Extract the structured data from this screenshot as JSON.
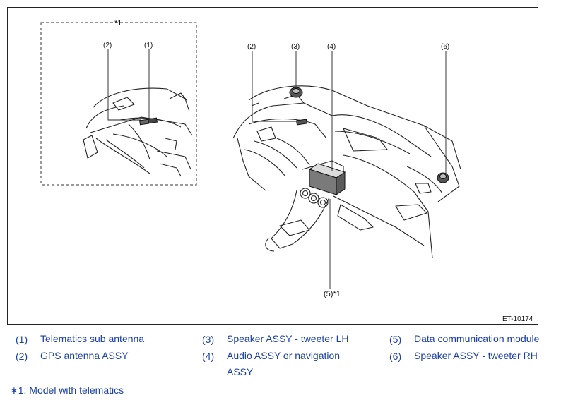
{
  "diagram": {
    "figure_id": "ET-10174",
    "inset_marker": "*1",
    "inset_callouts": [
      {
        "num": "(2)"
      },
      {
        "num": "(1)"
      }
    ],
    "main_callouts": [
      {
        "num": "(2)"
      },
      {
        "num": "(3)"
      },
      {
        "num": "(4)"
      },
      {
        "num": "(6)"
      },
      {
        "num": "(5)*1"
      }
    ]
  },
  "legend": [
    {
      "num": "(1)",
      "text": "Telematics sub antenna"
    },
    {
      "num": "(2)",
      "text": "GPS antenna ASSY"
    },
    {
      "num": "(3)",
      "text": "Speaker ASSY - tweeter LH"
    },
    {
      "num": "(4)",
      "text": "Audio ASSY or navigation ASSY"
    },
    {
      "num": "(5)",
      "text": "Data communication module"
    },
    {
      "num": "(6)",
      "text": "Speaker ASSY - tweeter RH"
    }
  ],
  "footnote": "∗1: Model with telematics",
  "colors": {
    "legend_text": "#1a3fa8",
    "line": "#222222"
  }
}
